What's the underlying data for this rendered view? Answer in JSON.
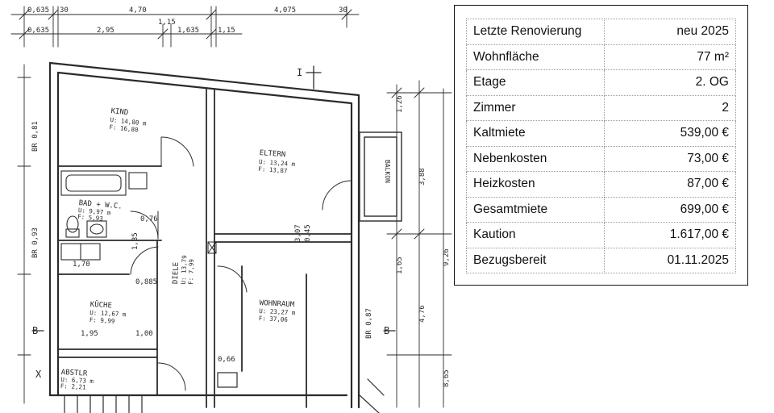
{
  "property_info": {
    "rows": [
      {
        "label": "Letzte Renovierung",
        "value": "neu 2025"
      },
      {
        "label": "Wohnfläche",
        "value": "77 m²"
      },
      {
        "label": "Etage",
        "value": "2. OG"
      },
      {
        "label": "Zimmer",
        "value": "2"
      },
      {
        "label": "Kaltmiete",
        "value": "539,00 €"
      },
      {
        "label": "Nebenkosten",
        "value": "73,00 €"
      },
      {
        "label": "Heizkosten",
        "value": "87,00 €"
      },
      {
        "label": "Gesamtmiete",
        "value": "699,00 €"
      },
      {
        "label": "Kaution",
        "value": "1.617,00 €"
      },
      {
        "label": "Bezugsbereit",
        "value": "01.11.2025"
      }
    ]
  },
  "floorplan": {
    "rooms": {
      "kind": {
        "name": "KIND",
        "area_u": "U: 14,80 m",
        "area_f": "F: 16,80"
      },
      "eltern": {
        "name": "ELTERN",
        "area_u": "U: 13,24 m",
        "area_f": "F: 13,87"
      },
      "bad": {
        "name": "BAD + W.C.",
        "area_u": "U: 9,97 m",
        "area_f": "F: 5,93"
      },
      "kueche": {
        "name": "KÜCHE",
        "area_u": "U: 12,67 m",
        "area_f": "F: 9,99"
      },
      "diele": {
        "name": "DIELE",
        "area_u": "U: 13,79",
        "area_f": "F: 7,99"
      },
      "wohnraum": {
        "name": "WOHNRAUM",
        "area_u": "U: 23,27 m",
        "area_f": "F: 37,06"
      },
      "abstellr": {
        "name": "ABSTLR",
        "area_u": "U: 6,73 m",
        "area_f": "F: 2,21"
      },
      "balkon": {
        "name": "BALKON"
      }
    },
    "dimensions": {
      "d1": "0,635",
      "d2": "30",
      "d3": "4,70",
      "d4": "4,075",
      "d5": "30",
      "d6": "0,635",
      "d7": "2,95",
      "d8": "1,15",
      "d9": "1,635",
      "d10": "1,15",
      "d11": "BR 0,81",
      "d12": "BR 0,93",
      "d13": "1,95",
      "d14": "1,00",
      "d15": "3,07",
      "d16": "0,45",
      "d17": "3,88",
      "d18": "9,26",
      "d19": "4,76",
      "d20": "1,26",
      "d21": "0,885",
      "d22": "0,76",
      "d23": "1,70",
      "d24": "0,66",
      "d25": "1,35",
      "d26": "8,65",
      "d27": "BR 0,87",
      "d28": "1,65"
    },
    "markers": {
      "section_i": "I",
      "section_b_left": "B",
      "section_b_right": "B",
      "section_x": "X"
    }
  }
}
